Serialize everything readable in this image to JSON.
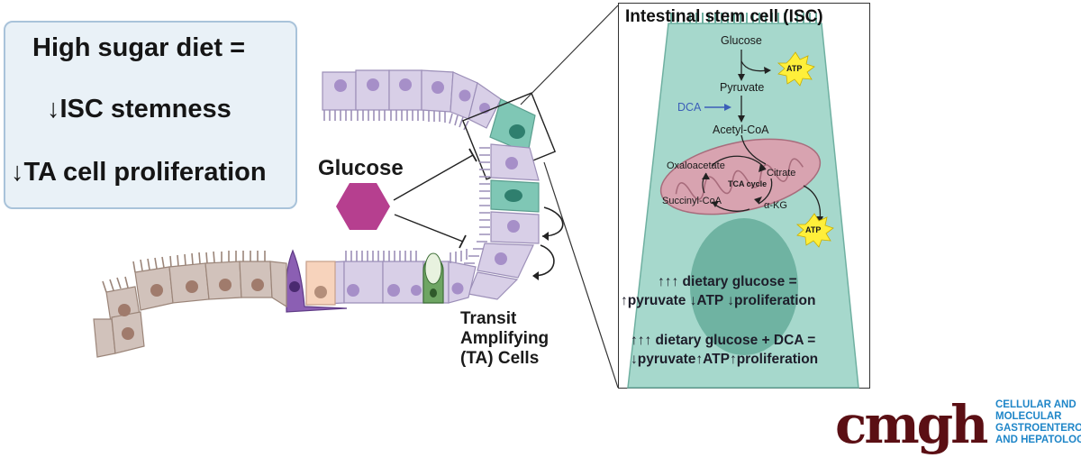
{
  "summary": {
    "line1": "High sugar diet =",
    "line2": "↓ISC stemness",
    "line3": "↓TA cell proliferation"
  },
  "glucose_label": "Glucose",
  "ta_label": [
    "Transit",
    "Amplifying",
    "(TA) Cells"
  ],
  "isc": {
    "title": "Intestinal stem cell (ISC)",
    "glucose": "Glucose",
    "pyruvate": "Pyruvate",
    "dca": "DCA",
    "acetyl_coa": "Acetyl-CoA",
    "oxaloacetate": "Oxaloacetate",
    "citrate": "Citrate",
    "tca_cycle": "TCA cycle",
    "succinyl_coa": "Succinyl-CoA",
    "akg": "α-KG",
    "atp_1": "ATP",
    "atp_2": "ATP",
    "statement1_line1": "↑↑↑ dietary glucose =",
    "statement1_line2": "↑pyruvate ↓ATP ↓proliferation",
    "statement2_line1": "↑↑↑ dietary glucose + DCA =",
    "statement2_line2": "↓pyruvate↑ATP↑proliferation"
  },
  "logo": {
    "mark": "cmgh",
    "lines": [
      "CELLULAR AND",
      "MOLECULAR",
      "GASTROENTEROLOGY",
      "AND HEPATOLOGY"
    ]
  },
  "colors": {
    "cell_lavender": "#d6cde6",
    "nucleus_purple": "#a68fc8",
    "stem_teal": "#7fc7b5",
    "isc_fill": "#a6d8cc",
    "mito_pink": "#d8a3b0",
    "glucose_magenta": "#b63f8f",
    "atp_yellow": "#ffef3a",
    "logo_maroon": "#5b0f14",
    "logo_blue": "#1f86c8"
  }
}
